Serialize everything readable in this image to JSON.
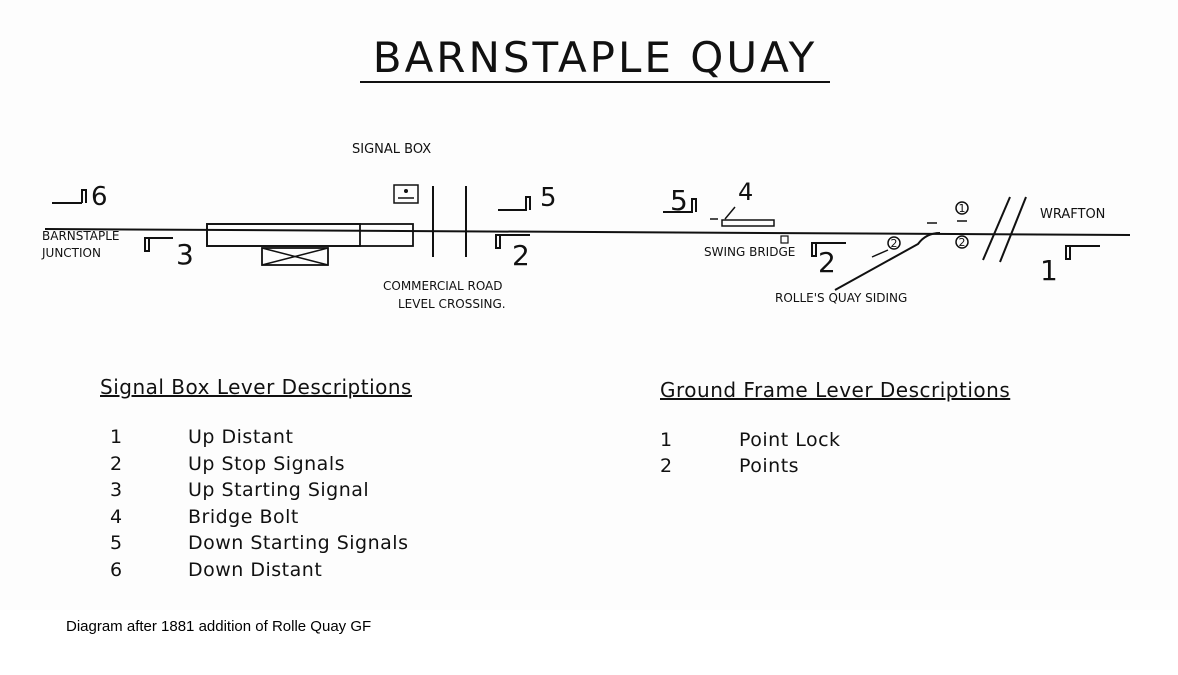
{
  "title": "BARNSTAPLE QUAY",
  "diagram": {
    "signal_box_label": "SIGNAL BOX",
    "barnstaple_junction": [
      "BARNSTAPLE",
      "JUNCTION"
    ],
    "wrafton": "WRAFTON",
    "level_crossing": [
      "COMMERCIAL ROAD",
      "LEVEL CROSSING."
    ],
    "swing_bridge": "SWING BRIDGE",
    "rolles_quay_siding": "ROLLE'S QUAY SIDING",
    "signal_numbers": {
      "s6": "6",
      "s3": "3",
      "s5a": "5",
      "s2a": "2",
      "s5b": "5",
      "s4": "4",
      "s2b": "2",
      "s1": "1"
    },
    "ground_frame_numbers": {
      "g1": "1",
      "g2a": "2",
      "g2b": "2"
    }
  },
  "signal_box_levers": {
    "heading": "Signal Box Lever Descriptions",
    "items": [
      {
        "num": "1",
        "label": "Up Distant"
      },
      {
        "num": "2",
        "label": "Up Stop Signals"
      },
      {
        "num": "3",
        "label": "Up Starting Signal"
      },
      {
        "num": "4",
        "label": "Bridge Bolt"
      },
      {
        "num": "5",
        "label": "Down Starting Signals"
      },
      {
        "num": "6",
        "label": "Down Distant"
      }
    ]
  },
  "ground_frame_levers": {
    "heading": "Ground Frame Lever Descriptions",
    "items": [
      {
        "num": "1",
        "label": "Point Lock"
      },
      {
        "num": "2",
        "label": "Points"
      }
    ]
  },
  "caption": "Diagram after 1881 addition of Rolle Quay GF"
}
